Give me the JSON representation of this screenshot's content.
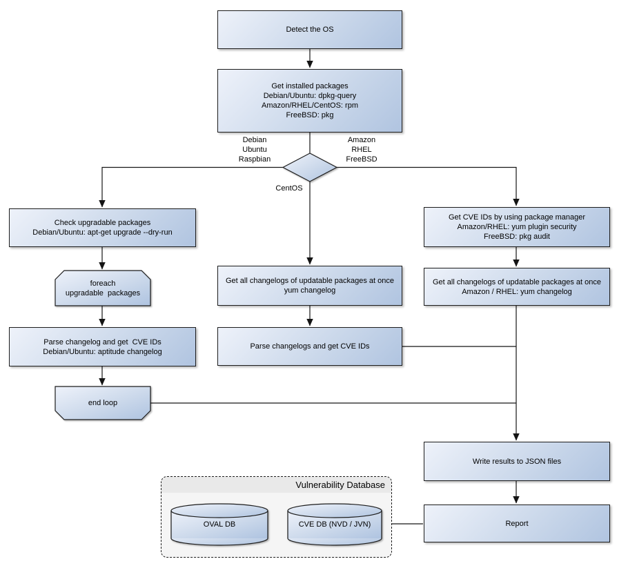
{
  "nodes": {
    "detect_os": {
      "lines": [
        "Detect the OS"
      ]
    },
    "get_installed_packages": {
      "lines": [
        "Get installed packages",
        "Debian/Ubuntu: dpkg-query",
        "Amazon/RHEL/CentOS: rpm",
        "FreeBSD: pkg"
      ]
    },
    "check_upgradable_packages": {
      "lines": [
        "Check upgradable packages",
        "Debian/Ubuntu: apt-get upgrade --dry-run"
      ]
    },
    "foreach_loop_start": {
      "lines": [
        "foreach",
        "upgradable  packages"
      ]
    },
    "parse_changelog_debian": {
      "lines": [
        "Parse changelog and get  CVE IDs",
        "Debian/Ubuntu: aptitude changelog"
      ]
    },
    "end_loop": {
      "lines": [
        "end loop"
      ]
    },
    "get_changelogs_centos": {
      "lines": [
        "Get all changelogs of updatable packages at once",
        "yum changelog"
      ]
    },
    "parse_changelogs_centos": {
      "lines": [
        "Parse changelogs and get CVE IDs"
      ]
    },
    "get_cve_ids_pkg_manager": {
      "lines": [
        "Get CVE IDs by using package manager",
        "Amazon/RHEL: yum plugin security",
        "FreeBSD: pkg audit"
      ]
    },
    "get_changelogs_amazon_rhel": {
      "lines": [
        "Get all changelogs of updatable packages at once",
        "Amazon / RHEL: yum changelog"
      ]
    },
    "write_results": {
      "lines": [
        "Write results to JSON files"
      ]
    },
    "report": {
      "lines": [
        "Report"
      ]
    },
    "vulnerability_database": {
      "title": "Vulnerability Database"
    },
    "oval_db": {
      "label": "OVAL DB"
    },
    "cve_db": {
      "label": "CVE DB (NVD / JVN)"
    }
  },
  "edge_labels": {
    "debian_branch": [
      "Debian",
      "Ubuntu",
      "Raspbian"
    ],
    "amazon_branch": [
      "Amazon",
      "RHEL",
      "FreeBSD"
    ],
    "centos_branch": "CentOS"
  },
  "colors": {
    "node_fill_light": "#eef2fa",
    "node_fill_dark": "#b0c4e0",
    "node_border": "#1c1c1c",
    "connector": "#141414",
    "container_title_bg": "#e9e9e9",
    "container_body_bg": "#f5f5f5",
    "background": "#ffffff"
  }
}
